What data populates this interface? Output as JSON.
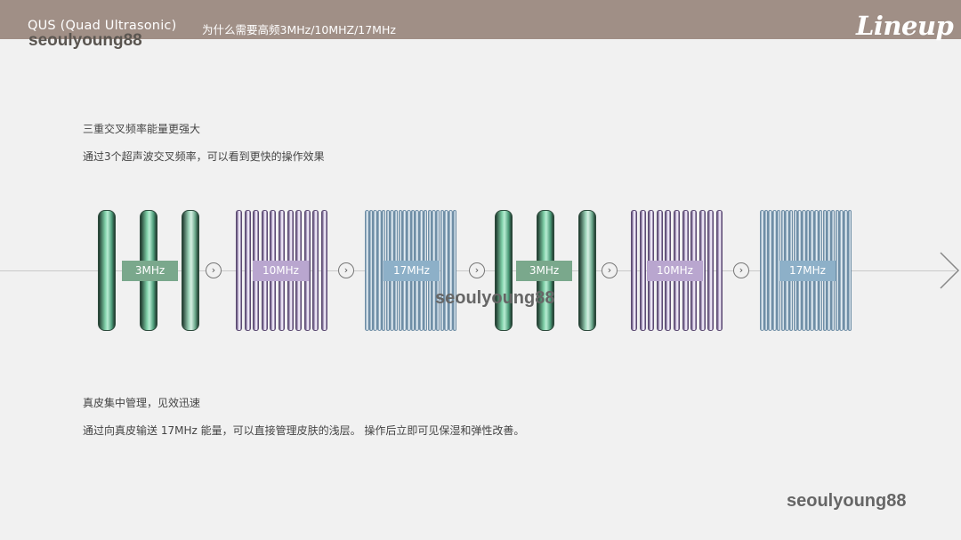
{
  "header": {
    "title": "QUS (Quad Ultrasonic)",
    "subtitle": "为什么需要高频3MHz/10MHZ/17MHz",
    "logo": "Lineup"
  },
  "watermarks": [
    "seoulyoung88",
    "seoulyoung88",
    "seoulyoung88"
  ],
  "section1": {
    "heading": "三重交叉频率能量更强大",
    "text": "通过3个超声波交叉频率，可以看到更快的操作效果"
  },
  "section2": {
    "heading": "真皮集中管理，见效迅速",
    "text": "通过向真皮输送 17MHz 能量，可以直接管理皮肤的浅层。 操作后立即可见保湿和弹性改善。"
  },
  "diagram": {
    "labels": [
      "3MHz",
      "10MHz",
      "17MHz",
      "3MHz",
      "10MHz",
      "17MHz"
    ],
    "colors": {
      "green_label": "#7aa88c",
      "purple_label": "#b9a6cf",
      "blue_label": "#8db0c8",
      "green_bar": "#6fbf98",
      "purple_bar": "#c7b8dc",
      "blue_bar": "#b9cfdd"
    },
    "arrow_icon": "chevron-right-icon",
    "next_icon": "chevron-right-large-icon"
  }
}
